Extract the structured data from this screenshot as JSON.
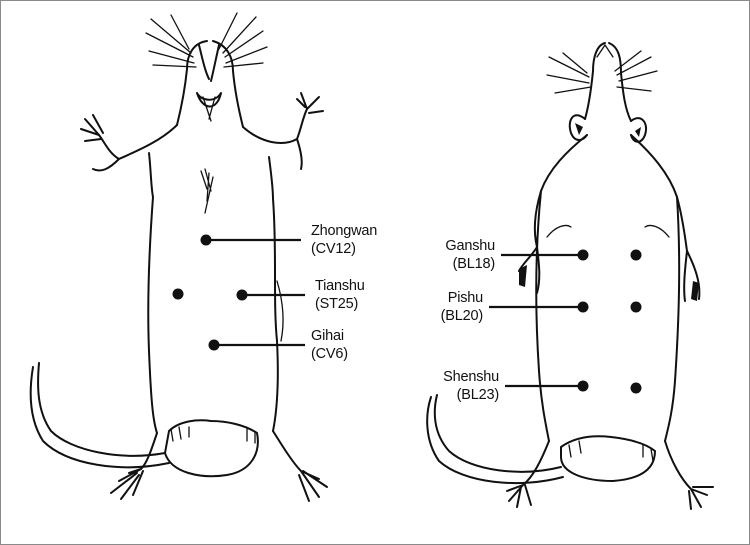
{
  "left_panel": {
    "labels": [
      {
        "name": "Zhongwan",
        "code": "(CV12)"
      },
      {
        "name": "Tianshu",
        "code": "(ST25)"
      },
      {
        "name": "Gihai",
        "code": "(CV6)"
      }
    ]
  },
  "right_panel": {
    "labels": [
      {
        "name": "Ganshu",
        "code": "(BL18)"
      },
      {
        "name": "Pishu",
        "code": "(BL20)"
      },
      {
        "name": "Shenshu",
        "code": "(BL23)"
      }
    ]
  }
}
